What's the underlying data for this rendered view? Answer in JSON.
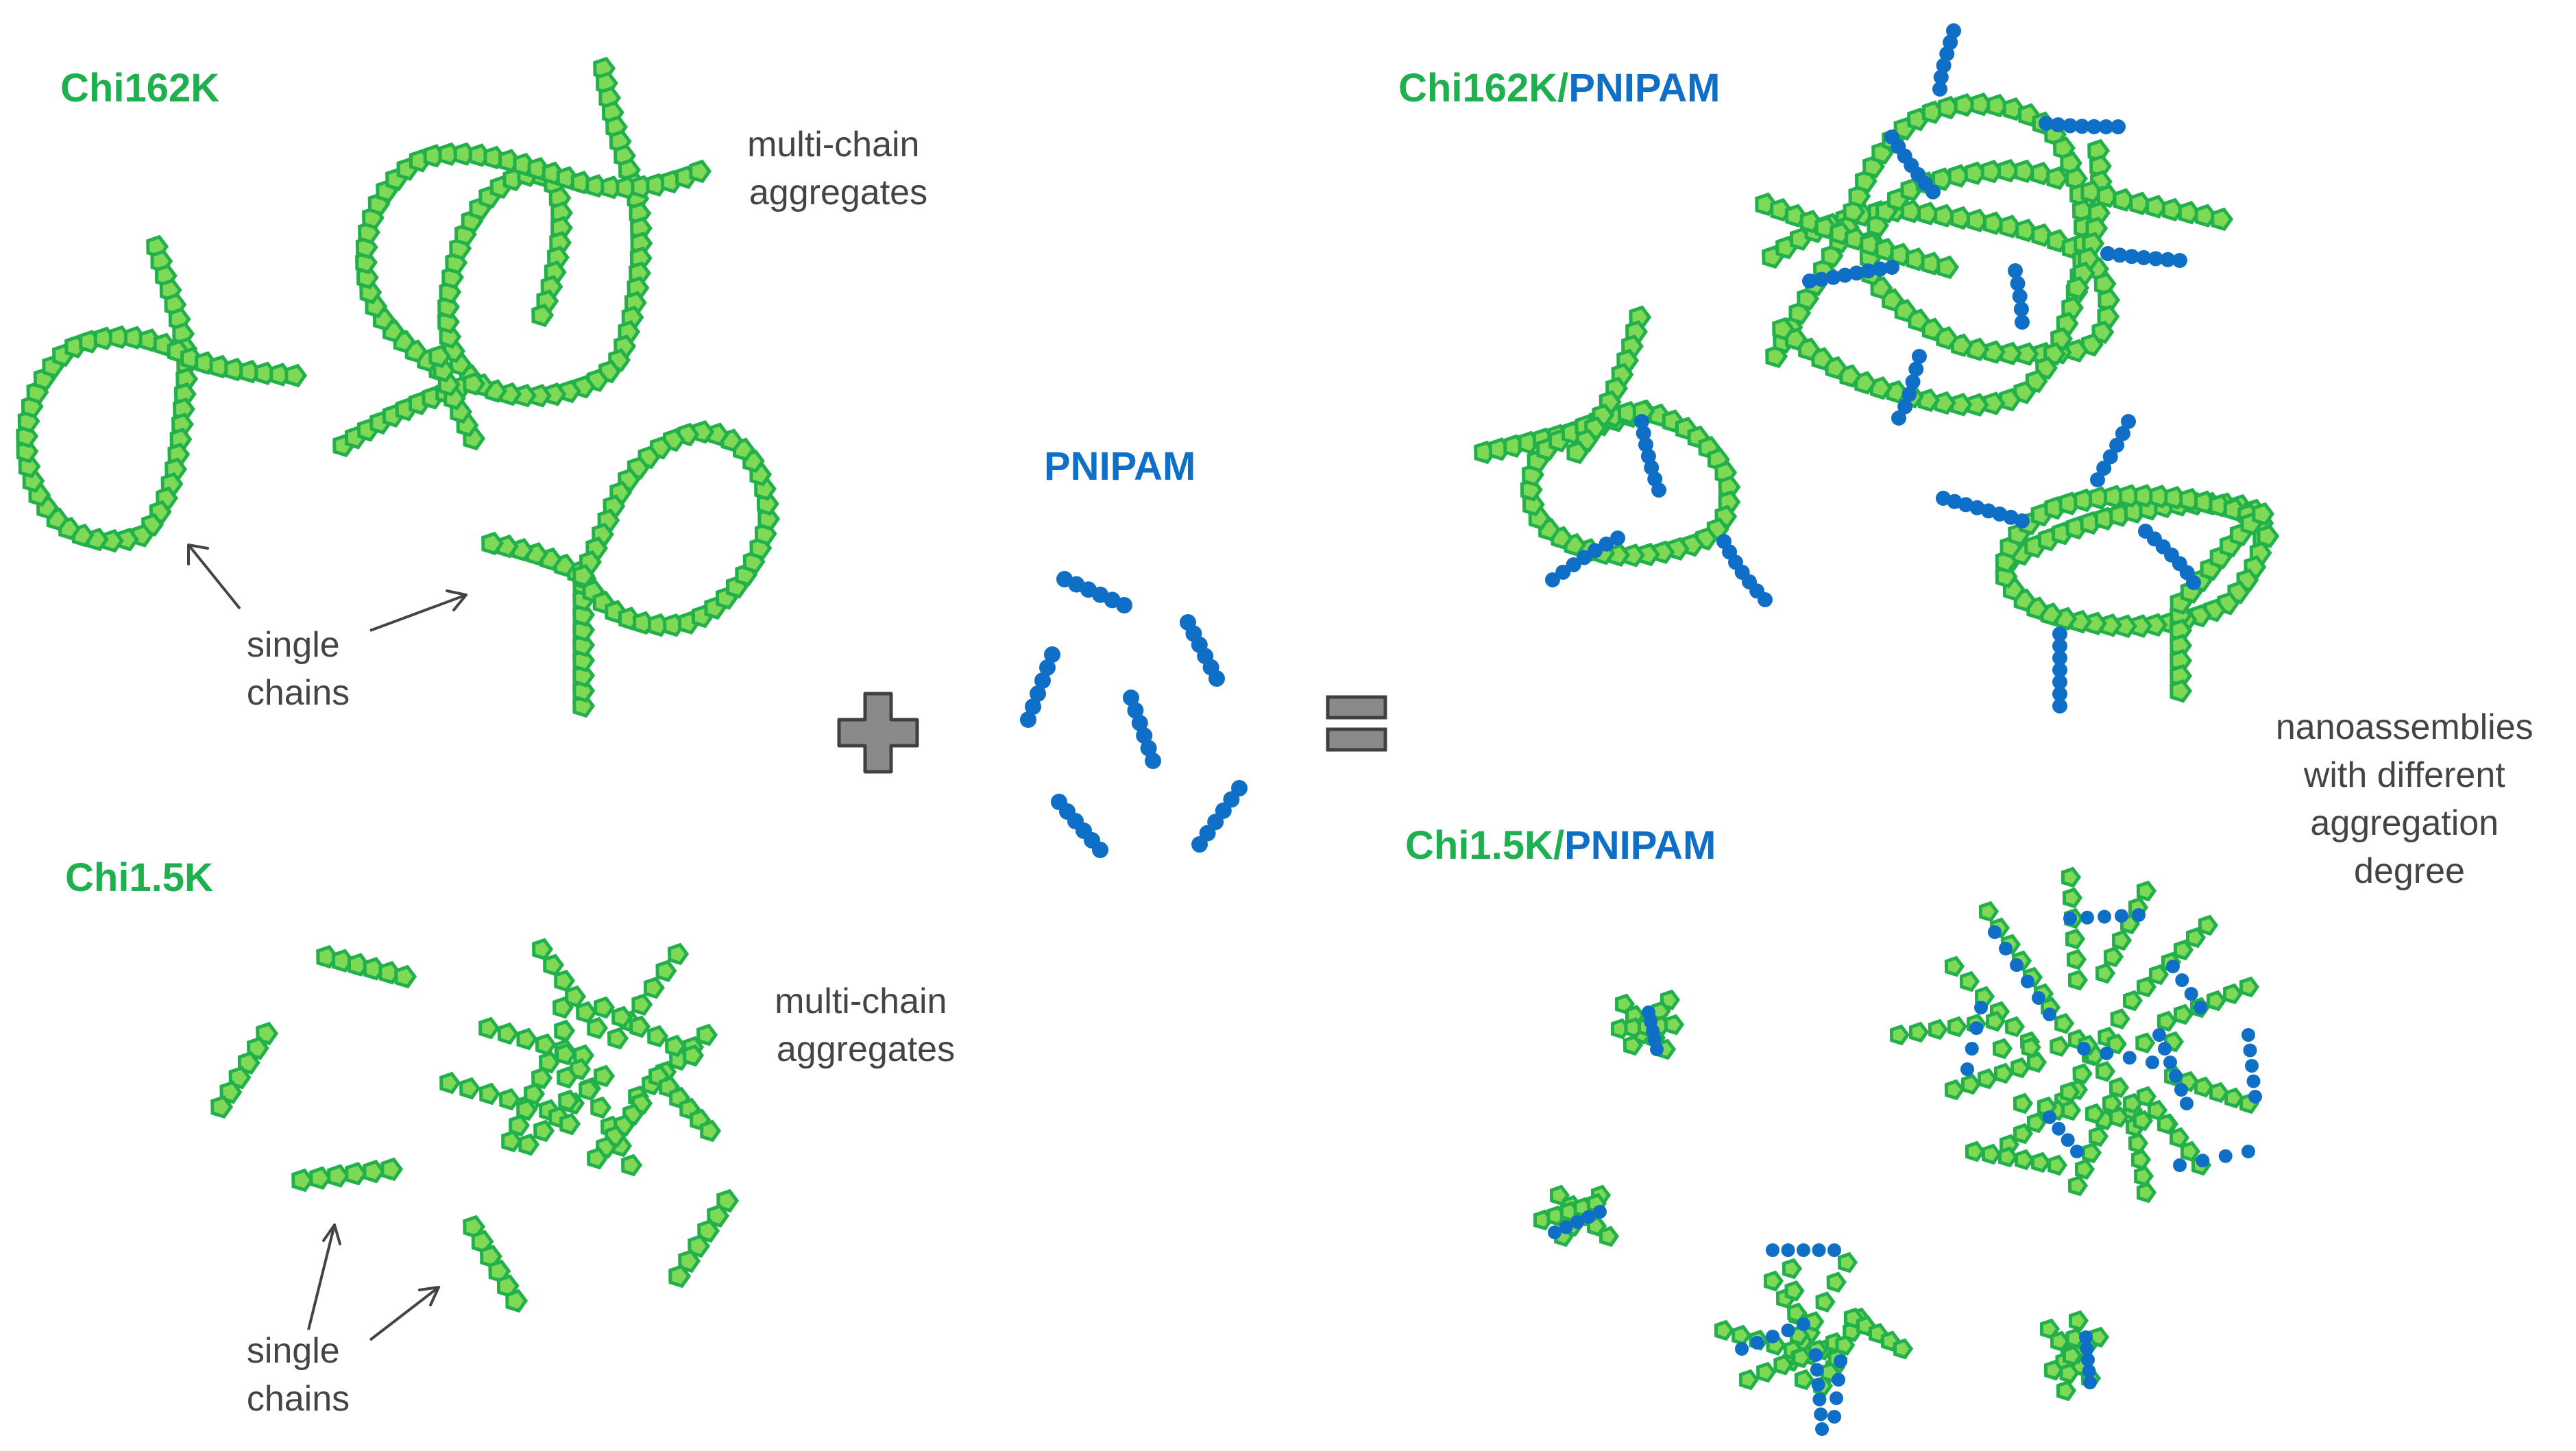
{
  "colors": {
    "chitosan_fill": "#7ed957",
    "chitosan_stroke": "#22b04b",
    "pnipam": "#0f6fc6",
    "text_green": "#1eb04e",
    "text_blue": "#0f6fc6",
    "text_gray": "#444444",
    "operator_fill": "#8a8a8a",
    "operator_stroke": "#404040"
  },
  "labels": {
    "chi162k": "Chi162K",
    "chi15k": "Chi1.5K",
    "pnipam": "PNIPAM",
    "combo162_a": "Chi162K",
    "combo162_sep": "/",
    "combo162_b": "PNIPAM",
    "combo15_a": "Chi1.5K",
    "combo15_sep": "/",
    "combo15_b": "PNIPAM"
  },
  "notes": {
    "top_multi": [
      "multi-chain",
      "aggregates"
    ],
    "top_single": [
      "single",
      "chains"
    ],
    "bottom_multi": [
      "multi-chain",
      "aggregates"
    ],
    "bottom_single": [
      "single",
      "chains"
    ],
    "nano": [
      "nanoassemblies",
      "with different",
      "aggregation",
      "degree"
    ]
  },
  "operators": {
    "plus": "plus",
    "equals": "equals"
  },
  "icons": {
    "chitosan_unit": "green-pentagon-monomer",
    "pnipam_unit": "blue-circle-monomer",
    "pointer": "arrow"
  }
}
